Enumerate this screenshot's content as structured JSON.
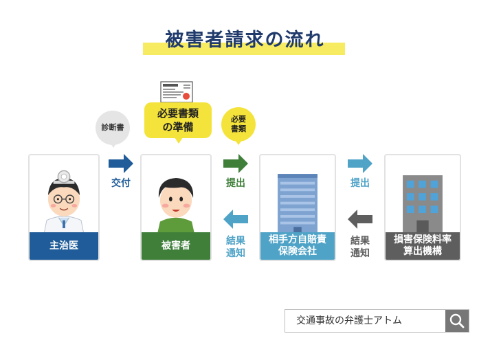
{
  "title": "被害者請求の流れ",
  "cards": {
    "doctor": {
      "label": "主治医",
      "color": "#1f5c99"
    },
    "victim": {
      "label": "被害者",
      "color": "#3f7f3a"
    },
    "insurer": {
      "label": "相手方自賠責\n保険会社",
      "color": "#4fa3c7"
    },
    "agency": {
      "label": "損害保険料率\n算出機構",
      "color": "#5e5e5e"
    }
  },
  "arrows": {
    "a1": {
      "label": "交付",
      "color": "#1f5c99"
    },
    "a2": {
      "label": "提出",
      "color": "#3f7f3a"
    },
    "a3": {
      "label": "結果\n通知",
      "color": "#4fa3c7"
    },
    "a4": {
      "label": "提出",
      "color": "#4fa3c7"
    },
    "a5": {
      "label": "結果\n通知",
      "color": "#5e5e5e"
    }
  },
  "bubbles": {
    "diagnosis": "診断書",
    "required_docs": "必要書類\nの準備",
    "required_docs_small": "必要\n書類"
  },
  "search": {
    "text": "交通事故の弁護士アトム"
  }
}
